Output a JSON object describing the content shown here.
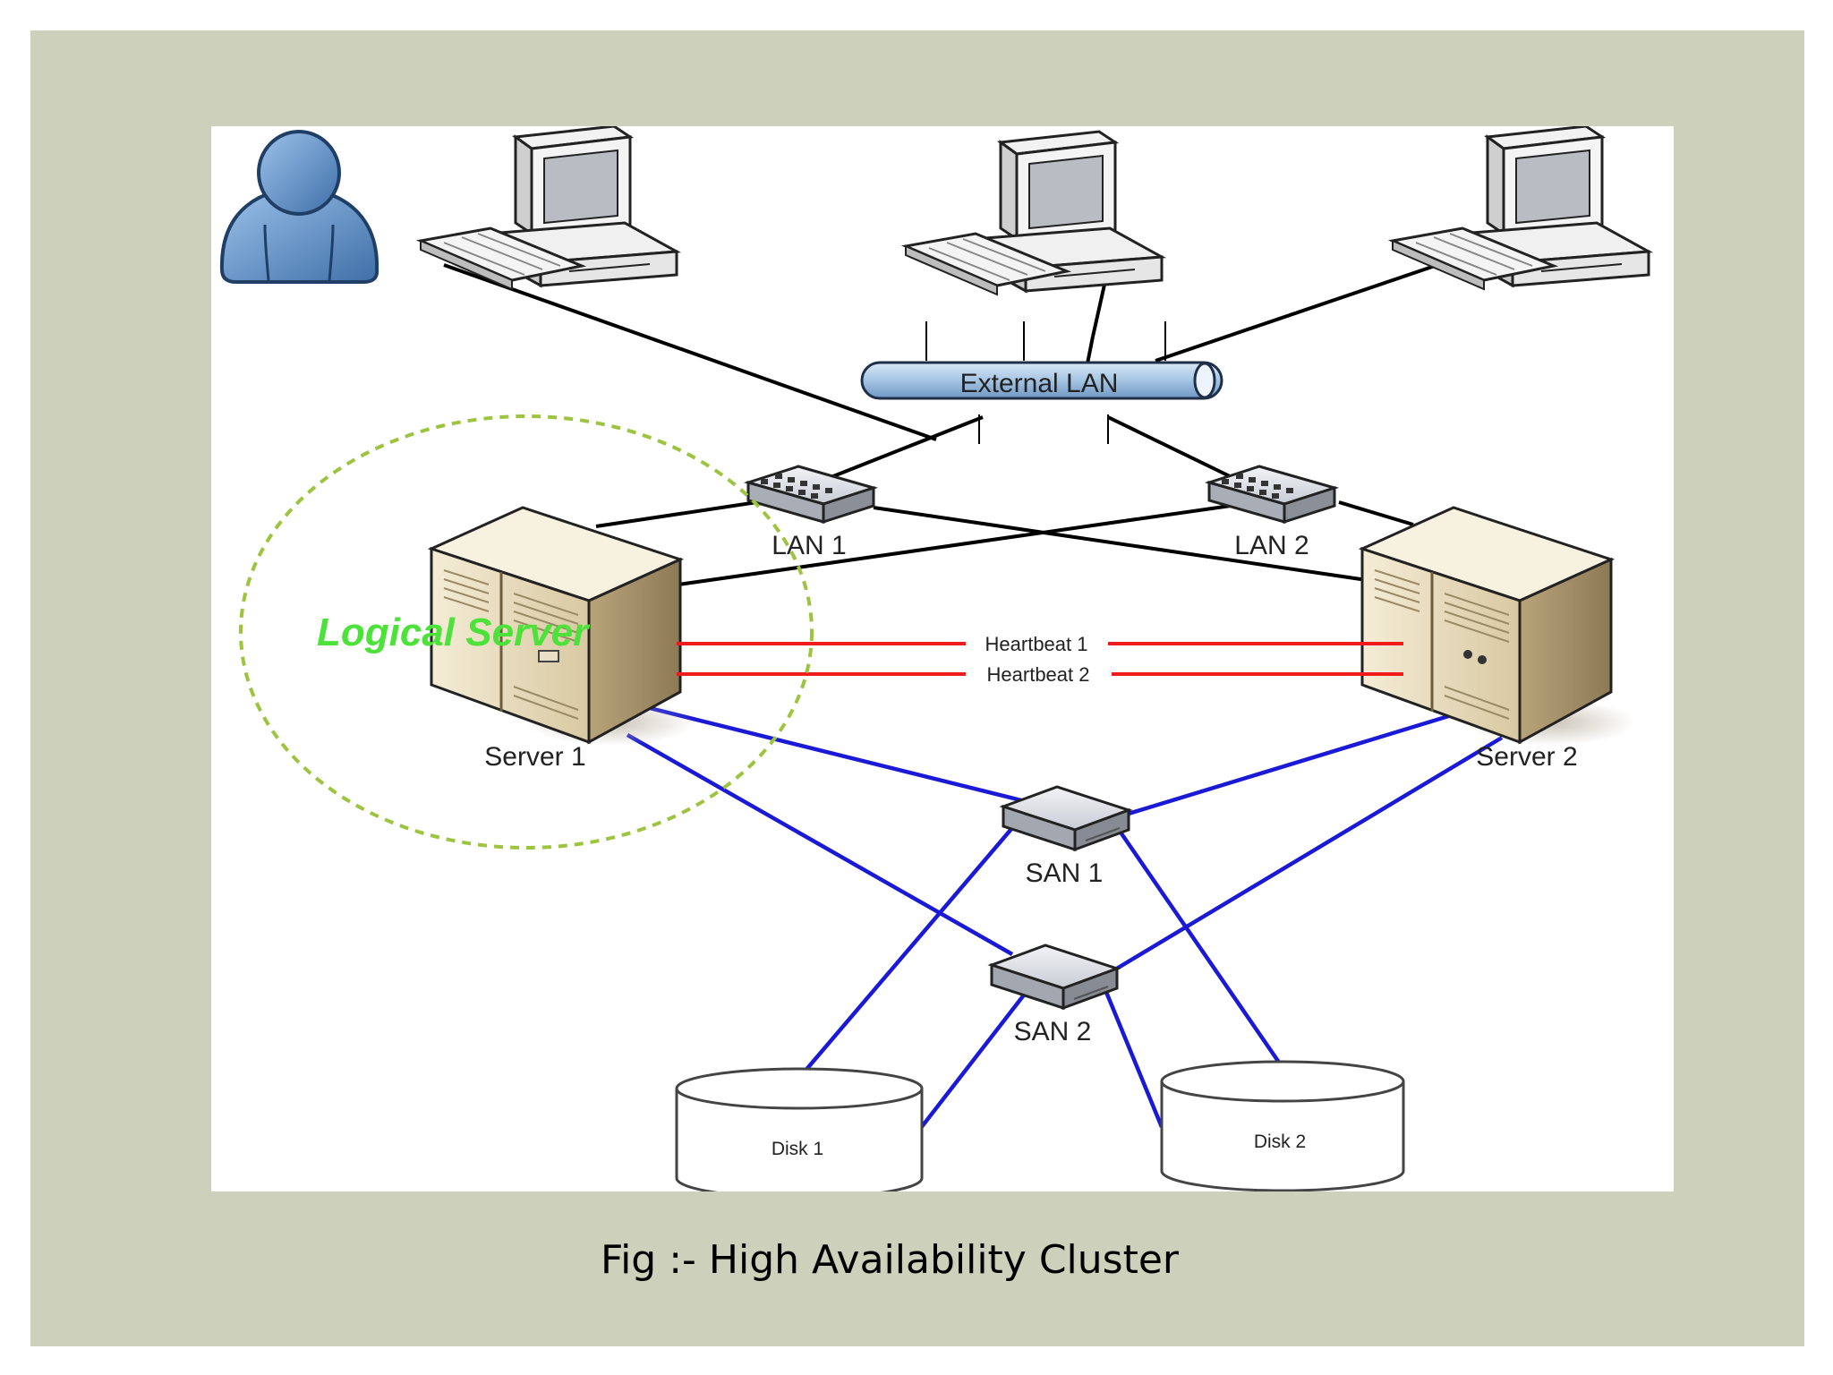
{
  "caption": "Fig :- High Availability Cluster",
  "labels": {
    "external_lan": "External LAN",
    "lan1": "LAN 1",
    "lan2": "LAN 2",
    "server1": "Server 1",
    "server2": "Server 2",
    "logical_server": "Logical Server",
    "heartbeat1": "Heartbeat 1",
    "heartbeat2": "Heartbeat 2",
    "san1": "SAN 1",
    "san2": "SAN 2",
    "disk1": "Disk 1",
    "disk2": "Disk 2"
  },
  "colors": {
    "frame": "#cdd0ba",
    "lan_link": "#000000",
    "san_link": "#1a1ad6",
    "heartbeat_link": "#ee1c1c",
    "logical_server_text": "#4de23a",
    "logical_server_ring": "#9cc43e",
    "user_icon": "#5b8fc9"
  },
  "icons": [
    "user-icon",
    "workstation-icon",
    "server-icon",
    "switch-icon",
    "disk-icon"
  ]
}
